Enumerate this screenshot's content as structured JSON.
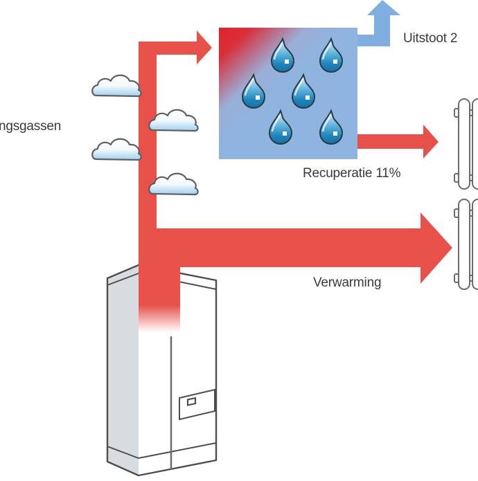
{
  "diagram": {
    "title": "Condensing boiler heat flow",
    "labels": {
      "flue_gases": "ngsgassen",
      "exhaust": "Uitstoot 2",
      "recuperation": "Recuperatie 11%",
      "heating": "Verwarming"
    },
    "colors": {
      "hot_red": "#e8504a",
      "bright_red": "#e4202a",
      "cool_blue": "#8fb4df",
      "exhaust_blue": "#7fafe0",
      "droplet_blue": "#2a8fc4",
      "cloud_fill": "#d6ecf8",
      "outline_gray": "#555555",
      "boiler_side": "#d9dcdf",
      "text": "#3a3a3a"
    },
    "icons": {
      "clouds": 4,
      "droplets": 6,
      "radiators": 2
    }
  }
}
